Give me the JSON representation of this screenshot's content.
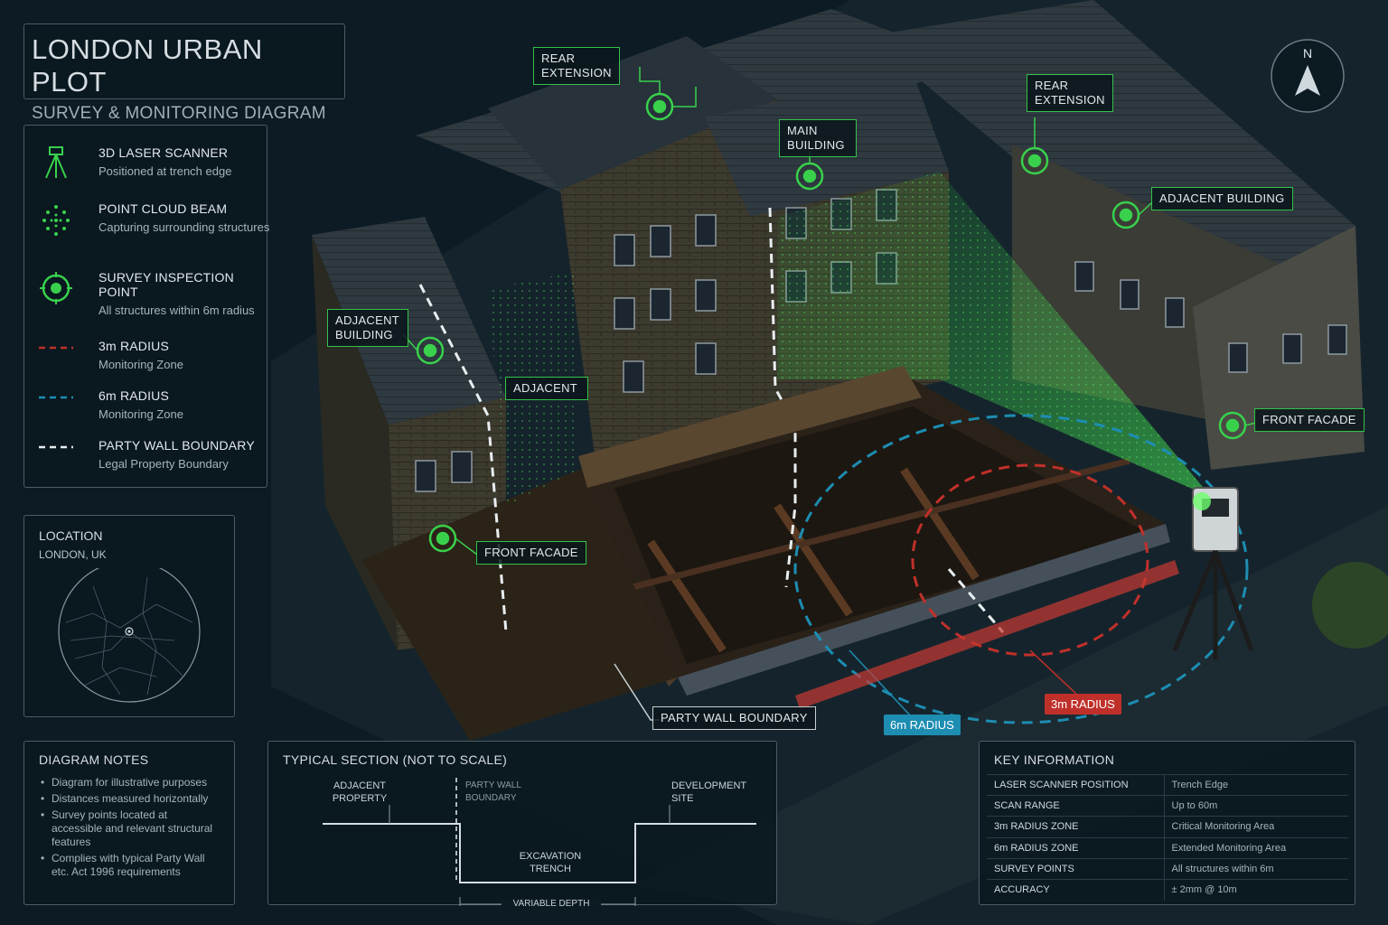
{
  "title": {
    "main": "LONDON URBAN PLOT",
    "sub": "SURVEY & MONITORING DIAGRAM"
  },
  "legend": [
    {
      "icon": "laser-scanner-icon",
      "label": "3D LASER SCANNER",
      "desc": "Positioned at trench edge"
    },
    {
      "icon": "point-cloud-icon",
      "label": "POINT CLOUD BEAM",
      "desc": "Capturing surrounding structures"
    },
    {
      "icon": "target-icon",
      "label": "SURVEY INSPECTION POINT",
      "desc": "All structures within 6m radius"
    },
    {
      "icon": "red-dash-icon",
      "label": "3m RADIUS",
      "desc": "Monitoring Zone"
    },
    {
      "icon": "blue-dash-icon",
      "label": "6m RADIUS",
      "desc": "Monitoring Zone"
    },
    {
      "icon": "white-dash-icon",
      "label": "PARTY WALL BOUNDARY",
      "desc": "Legal Property Boundary"
    }
  ],
  "location": {
    "title": "LOCATION",
    "place": "LONDON, UK"
  },
  "notes": {
    "title": "DIAGRAM NOTES",
    "items": [
      "Diagram for illustrative purposes",
      "Distances measured horizontally",
      "Survey points located at accessible and relevant structural features",
      "Complies with typical Party Wall etc. Act 1996 requirements"
    ]
  },
  "section": {
    "title": "TYPICAL SECTION (NOT TO SCALE)",
    "adjacent": "ADJACENT PROPERTY",
    "party_wall": "PARTY WALL BOUNDARY",
    "development": "DEVELOPMENT SITE",
    "trench": "EXCAVATION TRENCH",
    "depth": "VARIABLE DEPTH"
  },
  "key_info": {
    "title": "KEY INFORMATION",
    "rows": [
      {
        "k": "LASER SCANNER POSITION",
        "v": "Trench Edge"
      },
      {
        "k": "SCAN RANGE",
        "v": "Up to 60m"
      },
      {
        "k": "3m RADIUS ZONE",
        "v": "Critical Monitoring Area"
      },
      {
        "k": "6m RADIUS ZONE",
        "v": "Extended Monitoring Area"
      },
      {
        "k": "SURVEY POINTS",
        "v": "All structures within 6m"
      },
      {
        "k": "ACCURACY",
        "v": "± 2mm @ 10m"
      }
    ]
  },
  "callouts": {
    "rear_ext_1": "REAR EXTENSION",
    "rear_ext_2": "REAR EXTENSION",
    "main_building": "MAIN BUILDING",
    "adjacent_left": "ADJACENT BUILDING",
    "adjacent_right": "ADJACENT BUILDING",
    "adjacent_small": "ADJACENT",
    "front_facade_left": "FRONT FACADE",
    "front_facade_right": "FRONT FACADE",
    "party_wall": "PARTY WALL BOUNDARY",
    "radius_3m": "3m RADIUS",
    "radius_6m": "6m RADIUS"
  },
  "compass": {
    "label": "N"
  },
  "colors": {
    "background": "#0d1b24",
    "accent_green": "#33c24a",
    "radius_red": "#c0302a",
    "radius_blue": "#1d8db2"
  }
}
